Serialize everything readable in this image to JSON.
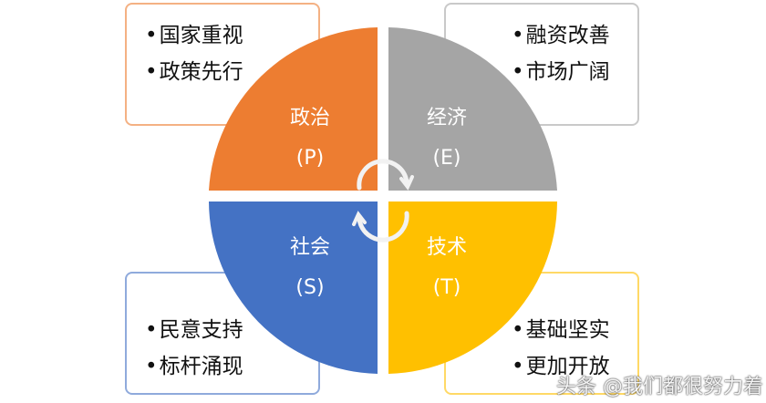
{
  "quadrants": [
    {
      "name": "political",
      "title": "政治",
      "letter": "(P)",
      "color": "#ED7D31",
      "items": [
        "国家重视",
        "政策先行"
      ]
    },
    {
      "name": "economic",
      "title": "经济",
      "letter": "(E)",
      "color": "#A5A5A5",
      "items": [
        "融资改善",
        "市场广阔"
      ]
    },
    {
      "name": "social",
      "title": "社会",
      "letter": "(S)",
      "color": "#4472C4",
      "items": [
        "民意支持",
        "标杆涌现"
      ]
    },
    {
      "name": "technological",
      "title": "技术",
      "letter": "(T)",
      "color": "#FFC000",
      "items": [
        "基础坚实",
        "更加开放"
      ]
    }
  ],
  "center_icon": "cycle-arrows-icon",
  "watermark": "头条 @我们都很努力着"
}
